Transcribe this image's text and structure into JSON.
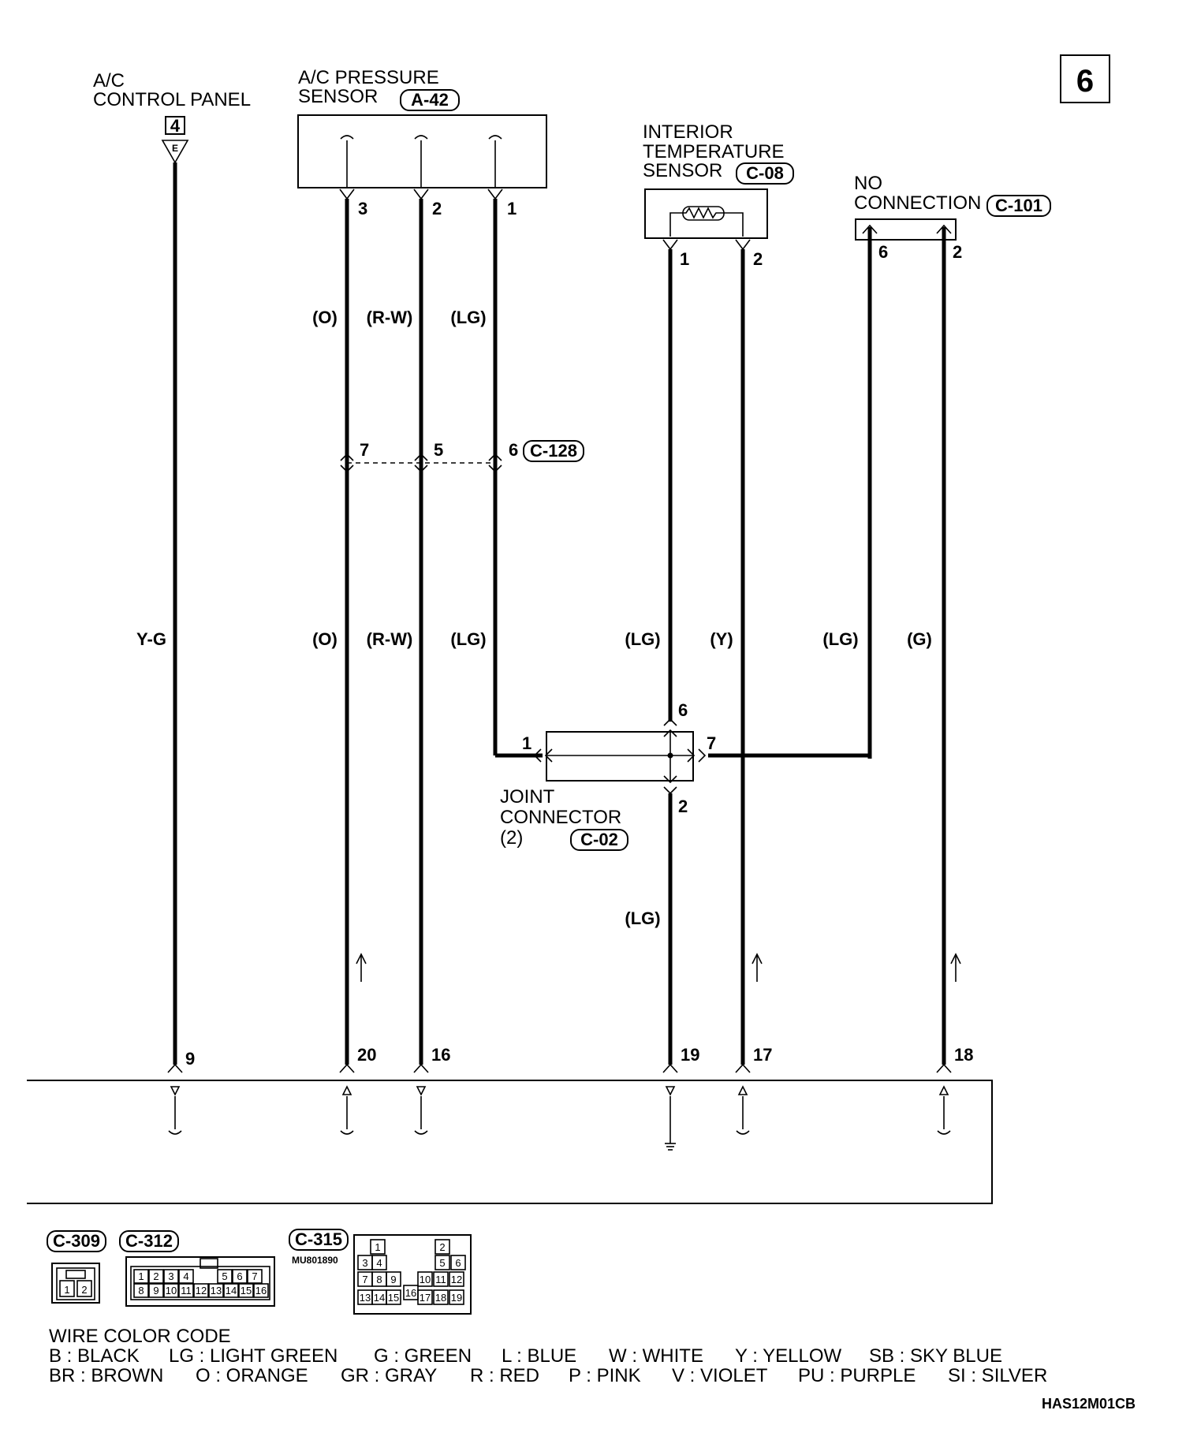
{
  "page_number": "6",
  "components": {
    "ac_control_panel": {
      "line1": "A/C",
      "line2": "CONTROL PANEL",
      "ref": "4",
      "ground_symbol": "E"
    },
    "ac_pressure_sensor": {
      "line1": "A/C PRESSURE",
      "line2": "SENSOR",
      "connector": "A-42",
      "pins": [
        "3",
        "2",
        "1"
      ]
    },
    "interior_temp_sensor": {
      "line1": "INTERIOR",
      "line2": "TEMPERATURE",
      "line3": "SENSOR",
      "connector": "C-08",
      "pins": [
        "1",
        "2"
      ]
    },
    "no_connection": {
      "line1": "NO",
      "line2": "CONNECTION",
      "connector": "C-101",
      "pins": [
        "6",
        "2"
      ]
    },
    "intermediate_connector": {
      "connector": "C-128",
      "pins": [
        "7",
        "5",
        "6"
      ]
    },
    "joint_connector": {
      "line1": "JOINT",
      "line2": "CONNECTOR",
      "line3": "(2)",
      "connector": "C-02",
      "pins": [
        "1",
        "6",
        "7",
        "2"
      ]
    }
  },
  "wire_labels": {
    "upper": [
      "(O)",
      "(R-W)",
      "(LG)"
    ],
    "middle": [
      "Y-G",
      "(O)",
      "(R-W)",
      "(LG)",
      "(LG)",
      "(Y)",
      "(LG)",
      "(G)"
    ],
    "lower": [
      "(LG)"
    ]
  },
  "bottom_pins": [
    "9",
    "20",
    "16",
    "19",
    "17",
    "18"
  ],
  "connector_views": {
    "c309": {
      "label": "C-309",
      "pins": [
        "1",
        "2"
      ]
    },
    "c312": {
      "label": "C-312",
      "row1": [
        "1",
        "2",
        "3",
        "4",
        "5",
        "6",
        "7"
      ],
      "row2": [
        "8",
        "9",
        "10",
        "11",
        "12",
        "13",
        "14",
        "15",
        "16"
      ]
    },
    "c315": {
      "label": "C-315",
      "part_no": "MU801890",
      "pins": [
        "1",
        "2",
        "3",
        "4",
        "5",
        "6",
        "7",
        "8",
        "9",
        "10",
        "11",
        "12",
        "13",
        "14",
        "15",
        "16",
        "17",
        "18",
        "19"
      ]
    }
  },
  "legend": {
    "title": "WIRE COLOR CODE",
    "row1": [
      "B : BLACK",
      "LG : LIGHT GREEN",
      "G : GREEN",
      "L : BLUE",
      "W : WHITE",
      "Y : YELLOW",
      "SB : SKY BLUE"
    ],
    "row2": [
      "BR : BROWN",
      "O : ORANGE",
      "GR : GRAY",
      "R : RED",
      "P : PINK",
      "V : VIOLET",
      "PU : PURPLE",
      "SI : SILVER"
    ]
  },
  "figure_id": "HAS12M01CB"
}
